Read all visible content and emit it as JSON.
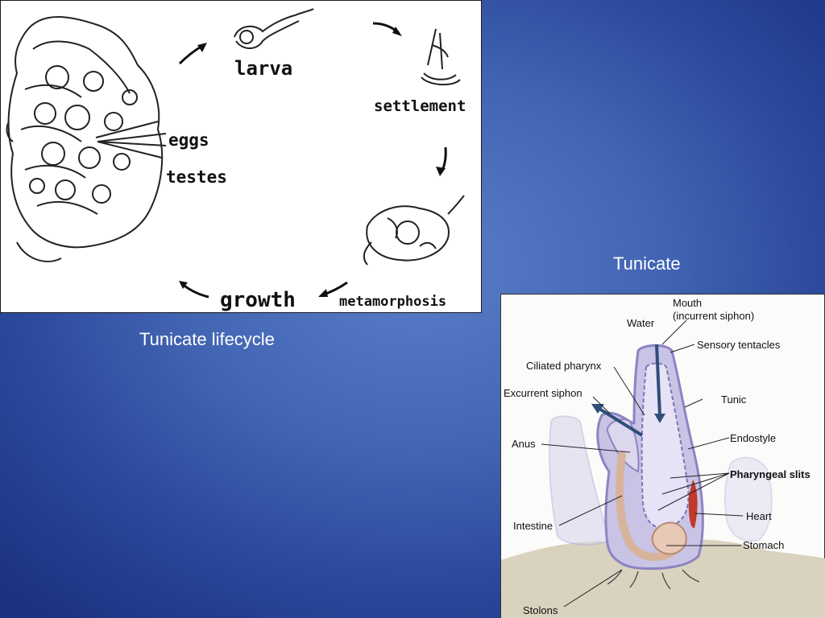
{
  "lifecycle": {
    "stages": {
      "larva": "larva",
      "settlement": "settlement",
      "metamorphosis": "metamorphosis",
      "growth": "growth",
      "eggs": "eggs",
      "testes": "testes"
    },
    "caption": "Tunicate lifecycle"
  },
  "anatomy": {
    "caption": "Tunicate",
    "labels": {
      "mouth": "Mouth",
      "incurrent": "(incurrent siphon)",
      "water": "Water",
      "sensory_tentacles": "Sensory tentacles",
      "ciliated_pharynx": "Ciliated pharynx",
      "excurrent_siphon": "Excurrent siphon",
      "tunic": "Tunic",
      "anus": "Anus",
      "endostyle": "Endostyle",
      "pharyngeal_slits": "Pharyngeal slits",
      "heart": "Heart",
      "intestine": "Intestine",
      "stomach": "Stomach",
      "stolons": "Stolons"
    }
  },
  "colors": {
    "background": "#4366b4",
    "caption_text": "#ffffff",
    "heart": "#c0392b",
    "water_arrow": "#2f4f7a"
  }
}
